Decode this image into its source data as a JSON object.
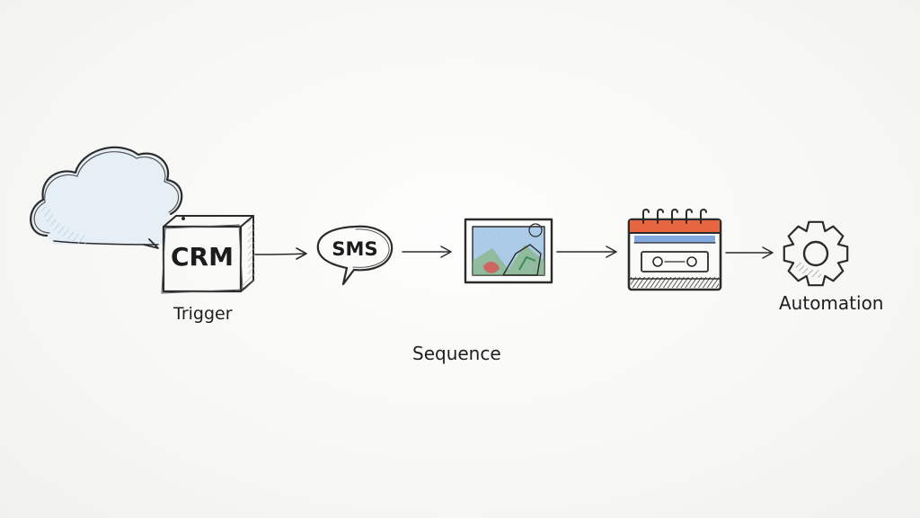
{
  "nodes": {
    "crm": {
      "label": "CRM"
    },
    "sms": {
      "label": "SMS"
    }
  },
  "captions": {
    "trigger": "Trigger",
    "sequence": "Sequence",
    "automation": "Automation"
  },
  "colors": {
    "cloud_fill": "#d9e8f6",
    "calendar_header": "#e8663f",
    "calendar_band": "#5b8fd6",
    "photo_sky": "#6aa3d8",
    "photo_sun": "#f2d23a",
    "gear": "#8f8f8f"
  }
}
